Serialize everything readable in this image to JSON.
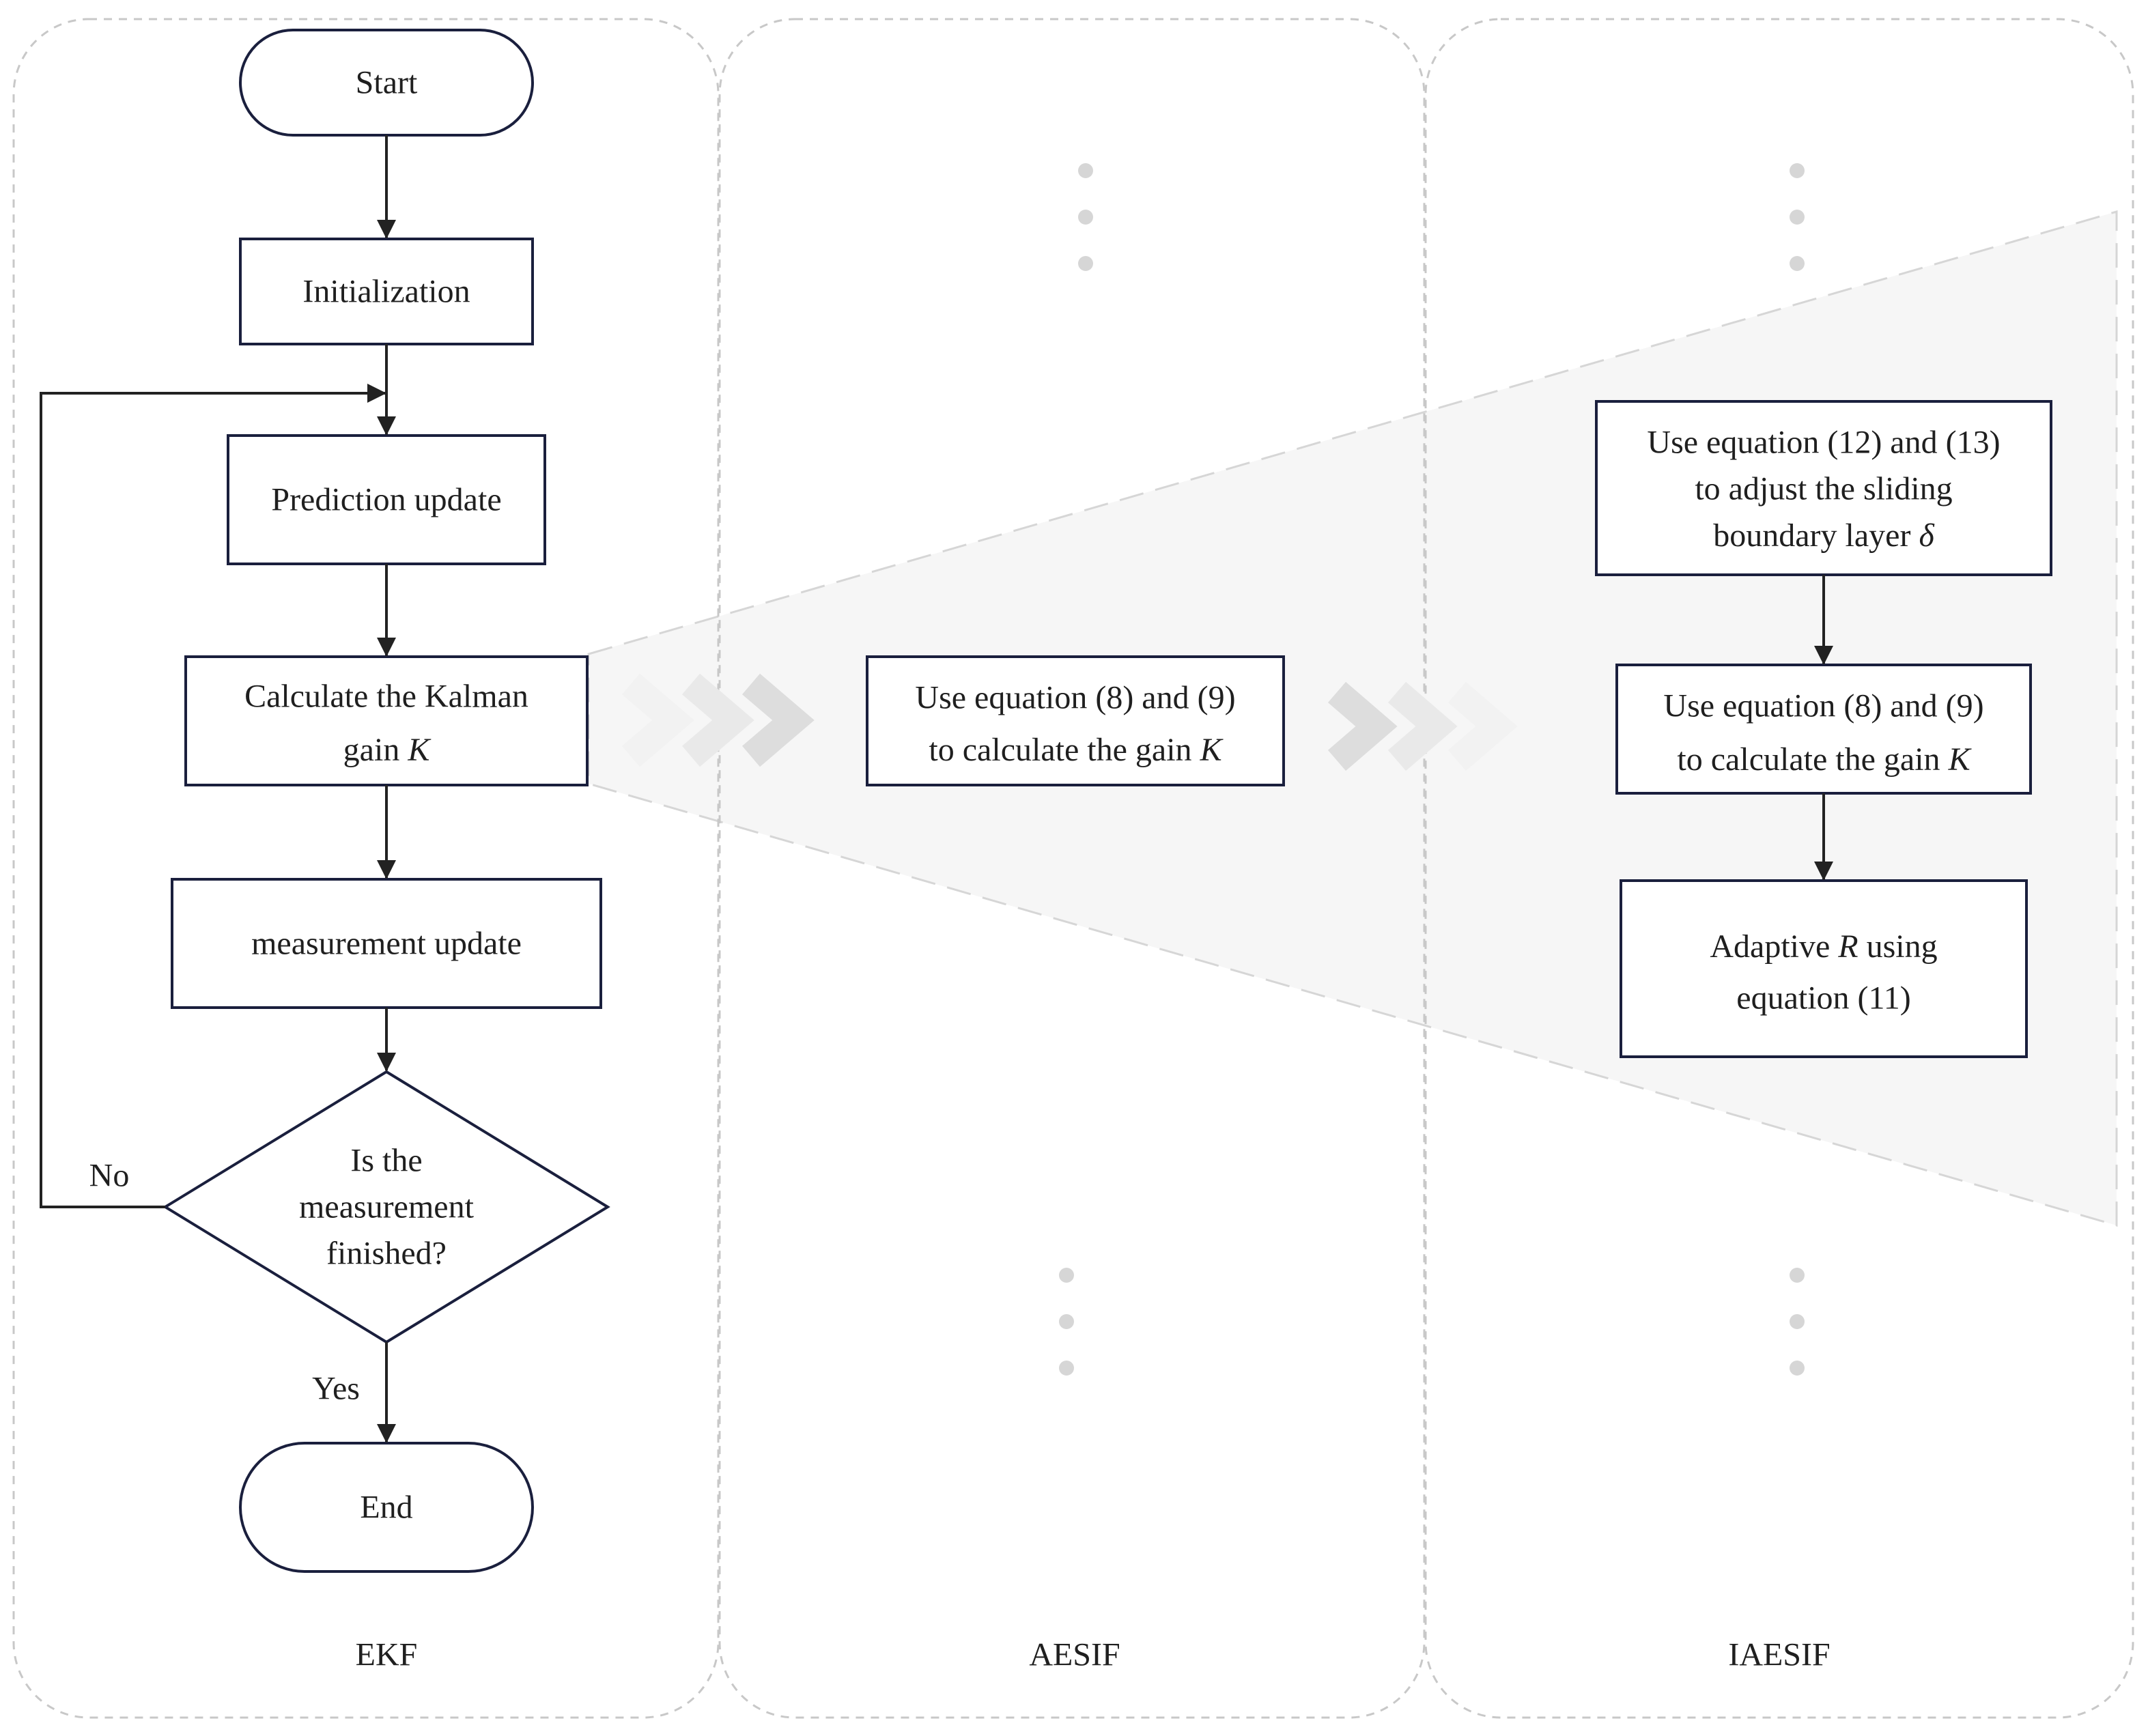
{
  "panels": {
    "ekf": "EKF",
    "aesif": "AESIF",
    "iaesif": "IAESIF"
  },
  "ekf": {
    "start": "Start",
    "initialization": "Initialization",
    "prediction": "Prediction update",
    "kalman_gain": {
      "line1": "Calculate the Kalman",
      "line2_prefix": "gain ",
      "line2_symbol": "K"
    },
    "measurement": "measurement update",
    "decision": {
      "line1": "Is the",
      "line2": "measurement",
      "line3": "finished?"
    },
    "end": "End",
    "no_label": "No",
    "yes_label": "Yes"
  },
  "aesif": {
    "gain": {
      "line1": "Use equation (8) and (9)",
      "line2_prefix": "to calculate the gain ",
      "line2_symbol": "K"
    }
  },
  "iaesif": {
    "boundary": {
      "line1": "Use equation (12) and (13)",
      "line2": "to adjust the sliding",
      "line3_prefix": "boundary layer ",
      "line3_symbol": "δ"
    },
    "gain": {
      "line1": "Use equation (8) and (9)",
      "line2_prefix": "to calculate the gain ",
      "line2_symbol": "K"
    },
    "adaptive": {
      "line1_prefix": "Adaptive ",
      "line1_symbol": "R",
      "line1_suffix": " using",
      "line2": "equation (11)"
    }
  },
  "colors": {
    "node_stroke": "#1a1f3d",
    "arrow": "#222222",
    "panel_border": "#c8c8c8",
    "highlight_fill": "#f6f6f6",
    "ellipsis_dot": "#d6d6d6"
  }
}
